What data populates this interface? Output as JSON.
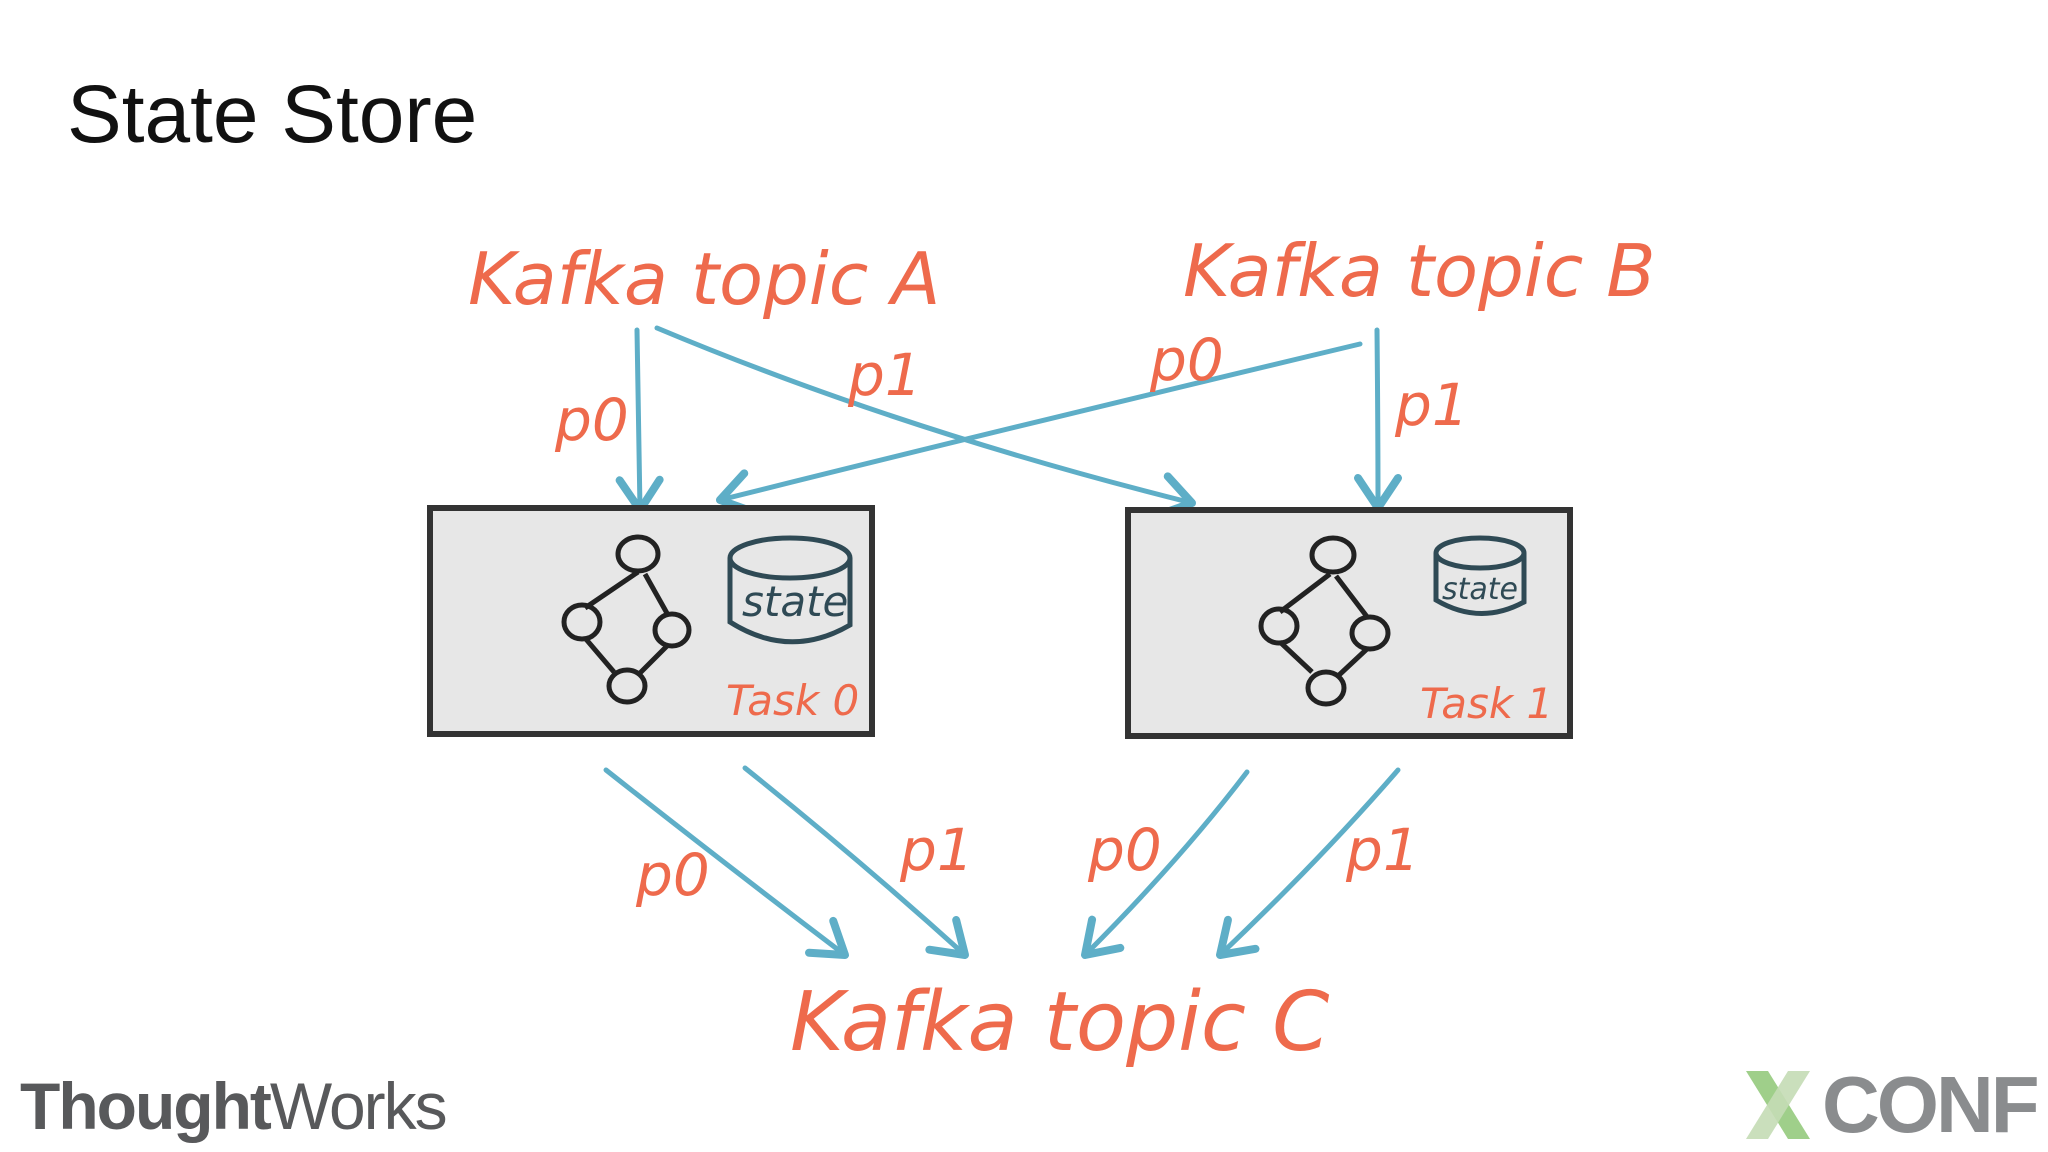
{
  "slide": {
    "title": "State Store"
  },
  "diagram": {
    "topics": {
      "a": "Kafka topic A",
      "b": "Kafka topic B",
      "c": "Kafka topic C"
    },
    "tasks": [
      {
        "label": "Task 0",
        "store_label": "state"
      },
      {
        "label": "Task 1",
        "store_label": "state"
      }
    ],
    "edge_labels": {
      "a_p0": "p0",
      "a_p1": "p1",
      "b_p0": "p0",
      "b_p1": "p1",
      "t0_p0": "p0",
      "t0_p1": "p1",
      "t1_p0": "p0",
      "t1_p1": "p1"
    }
  },
  "footer": {
    "left_brand_bold": "Thought",
    "left_brand_light": "Works",
    "right_brand": "CONF"
  },
  "colors": {
    "ink_orange": "#ee6a4c",
    "arrow_blue": "#5eaec7",
    "box_fill": "#e7e7e7",
    "box_stroke": "#333333"
  }
}
